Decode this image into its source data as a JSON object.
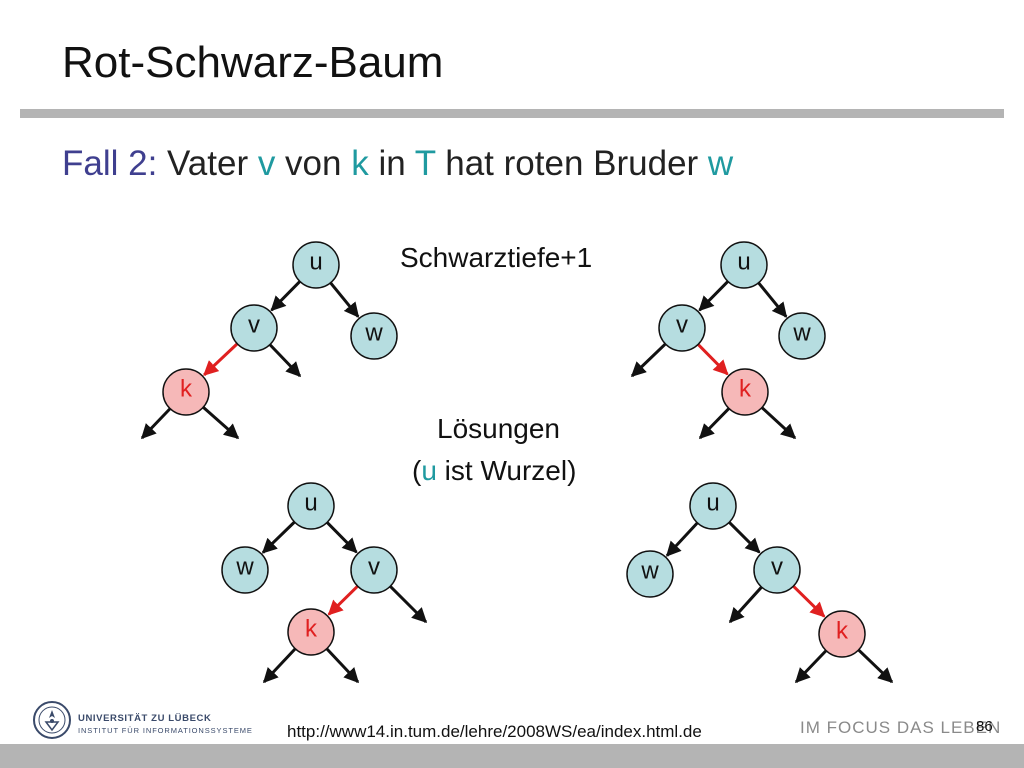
{
  "slide": {
    "title": "Rot-Schwarz-Baum",
    "subtitle": {
      "lead": "Fall 2:",
      "t1": " Vater ",
      "v": "v",
      "t2": " von ",
      "k": "k",
      "t3": " in ",
      "T": "T",
      "t4": " hat roten Bruder ",
      "w": "w"
    },
    "label_schwarztiefe": "Schwarztiefe+1",
    "label_loesungen": "Lösungen",
    "label_wurzel": {
      "open": "(",
      "u": "u",
      "rest": " ist Wurzel)"
    },
    "url": "http://www14.in.tum.de/lehre/2008WS/ea/index.html.de",
    "page_number": "86",
    "slogan": "IM FOCUS DAS LEBEN",
    "logo": {
      "line1": "UNIVERSITÄT ZU LÜBECK",
      "line2": "INSTITUT FÜR INFORMATIONSSYSTEME"
    }
  },
  "colors": {
    "node_fill": "#b6dde0",
    "red_node_fill": "#f6b8b8",
    "red_edge": "#e02020",
    "red_label": "#e02020",
    "teal_accent": "#1f9aa0",
    "title_accent": "#3f3f8f",
    "rule_gray": "#b4b4b4"
  },
  "trees": [
    {
      "name": "tree-top-left",
      "nodes": [
        {
          "id": "u",
          "label": "u",
          "red": false
        },
        {
          "id": "v",
          "label": "v",
          "red": false
        },
        {
          "id": "w",
          "label": "w",
          "red": false
        },
        {
          "id": "k",
          "label": "k",
          "red": true
        }
      ],
      "edges": [
        {
          "from": "u",
          "to": "v",
          "red": false
        },
        {
          "from": "u",
          "to": "w",
          "red": false
        },
        {
          "from": "v",
          "to": "k",
          "red": true
        },
        {
          "from": "v",
          "to": "v-right-leaf",
          "red": false
        },
        {
          "from": "k",
          "to": "k-left-leaf",
          "red": false
        },
        {
          "from": "k",
          "to": "k-right-leaf",
          "red": false
        }
      ]
    },
    {
      "name": "tree-top-right",
      "nodes": [
        {
          "id": "u",
          "label": "u",
          "red": false
        },
        {
          "id": "v",
          "label": "v",
          "red": false
        },
        {
          "id": "w",
          "label": "w",
          "red": false
        },
        {
          "id": "k",
          "label": "k",
          "red": true
        }
      ],
      "edges": [
        {
          "from": "u",
          "to": "v",
          "red": false
        },
        {
          "from": "u",
          "to": "w",
          "red": false
        },
        {
          "from": "v",
          "to": "v-left-leaf",
          "red": false
        },
        {
          "from": "v",
          "to": "k",
          "red": true
        },
        {
          "from": "k",
          "to": "k-left-leaf",
          "red": false
        },
        {
          "from": "k",
          "to": "k-right-leaf",
          "red": false
        }
      ]
    },
    {
      "name": "tree-bottom-left",
      "nodes": [
        {
          "id": "u",
          "label": "u",
          "red": false
        },
        {
          "id": "w",
          "label": "w",
          "red": false
        },
        {
          "id": "v",
          "label": "v",
          "red": false
        },
        {
          "id": "k",
          "label": "k",
          "red": true
        }
      ],
      "edges": [
        {
          "from": "u",
          "to": "w",
          "red": false
        },
        {
          "from": "u",
          "to": "v",
          "red": false
        },
        {
          "from": "v",
          "to": "k",
          "red": true
        },
        {
          "from": "v",
          "to": "v-right-leaf",
          "red": false
        },
        {
          "from": "k",
          "to": "k-left-leaf",
          "red": false
        },
        {
          "from": "k",
          "to": "k-right-leaf",
          "red": false
        }
      ]
    },
    {
      "name": "tree-bottom-right",
      "nodes": [
        {
          "id": "u",
          "label": "u",
          "red": false
        },
        {
          "id": "w",
          "label": "w",
          "red": false
        },
        {
          "id": "v",
          "label": "v",
          "red": false
        },
        {
          "id": "k",
          "label": "k",
          "red": true
        }
      ],
      "edges": [
        {
          "from": "u",
          "to": "w",
          "red": false
        },
        {
          "from": "u",
          "to": "v",
          "red": false
        },
        {
          "from": "v",
          "to": "v-left-leaf",
          "red": false
        },
        {
          "from": "v",
          "to": "k",
          "red": true
        },
        {
          "from": "k",
          "to": "k-left-leaf",
          "red": false
        },
        {
          "from": "k",
          "to": "k-right-leaf",
          "red": false
        }
      ]
    }
  ]
}
